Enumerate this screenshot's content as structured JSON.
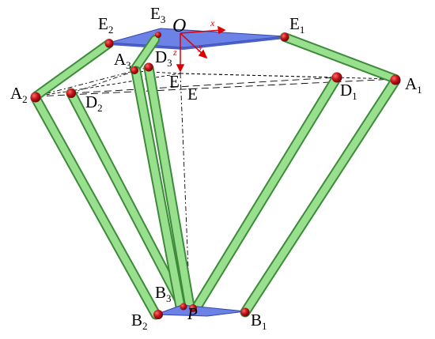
{
  "labels": {
    "E1": {
      "base": "E",
      "sub": "1"
    },
    "E2": {
      "base": "E",
      "sub": "2"
    },
    "E3": {
      "base": "E",
      "sub": "3"
    },
    "O": "O",
    "A1": {
      "base": "A",
      "sub": "1"
    },
    "A2": {
      "base": "A",
      "sub": "2"
    },
    "A3": {
      "base": "A",
      "sub": "3"
    },
    "D1": {
      "base": "D",
      "sub": "1"
    },
    "D2": {
      "base": "D",
      "sub": "2"
    },
    "D3": {
      "base": "D",
      "sub": "3"
    },
    "E_upper": "E",
    "E_lower": "E",
    "B1": {
      "base": "B",
      "sub": "1"
    },
    "B2": {
      "base": "B",
      "sub": "2"
    },
    "B3": {
      "base": "B",
      "sub": "3"
    },
    "P": "P",
    "axis_x": "x",
    "axis_y": "y",
    "axis_z": "z"
  },
  "colors": {
    "rod_fill": "#98e08e",
    "rod_edge": "#3d8a3a",
    "platform_fill": "#6c82e6",
    "platform_edge": "#2f45a8",
    "joint": "#c0141a",
    "axis": "#e00000",
    "guide_line": "#000000"
  }
}
